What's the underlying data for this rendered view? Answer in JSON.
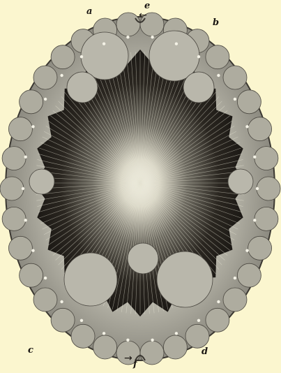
{
  "figure": {
    "labels": {
      "a": "a",
      "b": "b",
      "c": "c",
      "d": "d",
      "e": "e",
      "f": "f"
    },
    "arrows": {
      "top": "←",
      "bottom": "→"
    },
    "colors": {
      "background": "#fbf6cf",
      "ink": "#1a1612",
      "rim": "#a9a79b",
      "rim_dark": "#5f5d55",
      "core_dark": "#1c1915",
      "core_light": "#f3f1e4"
    }
  }
}
